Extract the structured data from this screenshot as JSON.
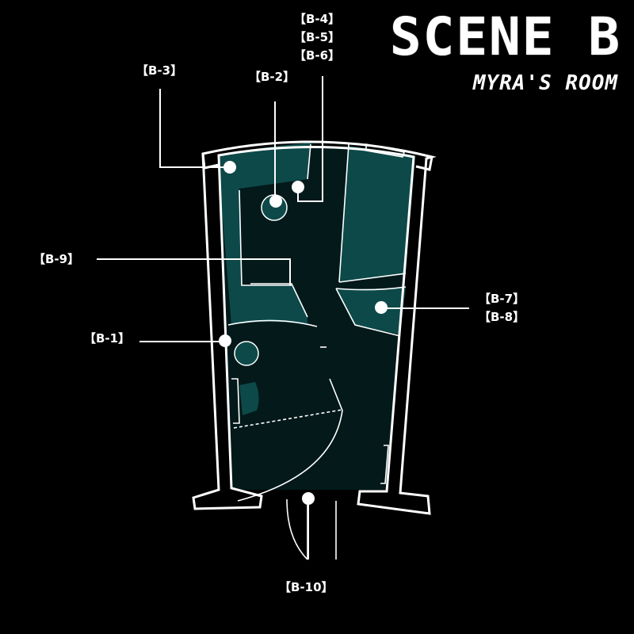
{
  "header": {
    "title": "SCENE B",
    "subtitle": "MYRA'S ROOM"
  },
  "markers": {
    "b1": "【B-1】",
    "b2": "【B-2】",
    "b3": "【B-3】",
    "b4": "【B-4】",
    "b5": "【B-5】",
    "b6": "【B-6】",
    "b7": "【B-7】",
    "b8": "【B-8】",
    "b9": "【B-9】",
    "b10": "【B-10】"
  },
  "colors": {
    "background": "#000000",
    "floor": "#03191a",
    "furniture": "#0d4949",
    "walls": "#ffffff",
    "marker": "#ffffff"
  }
}
